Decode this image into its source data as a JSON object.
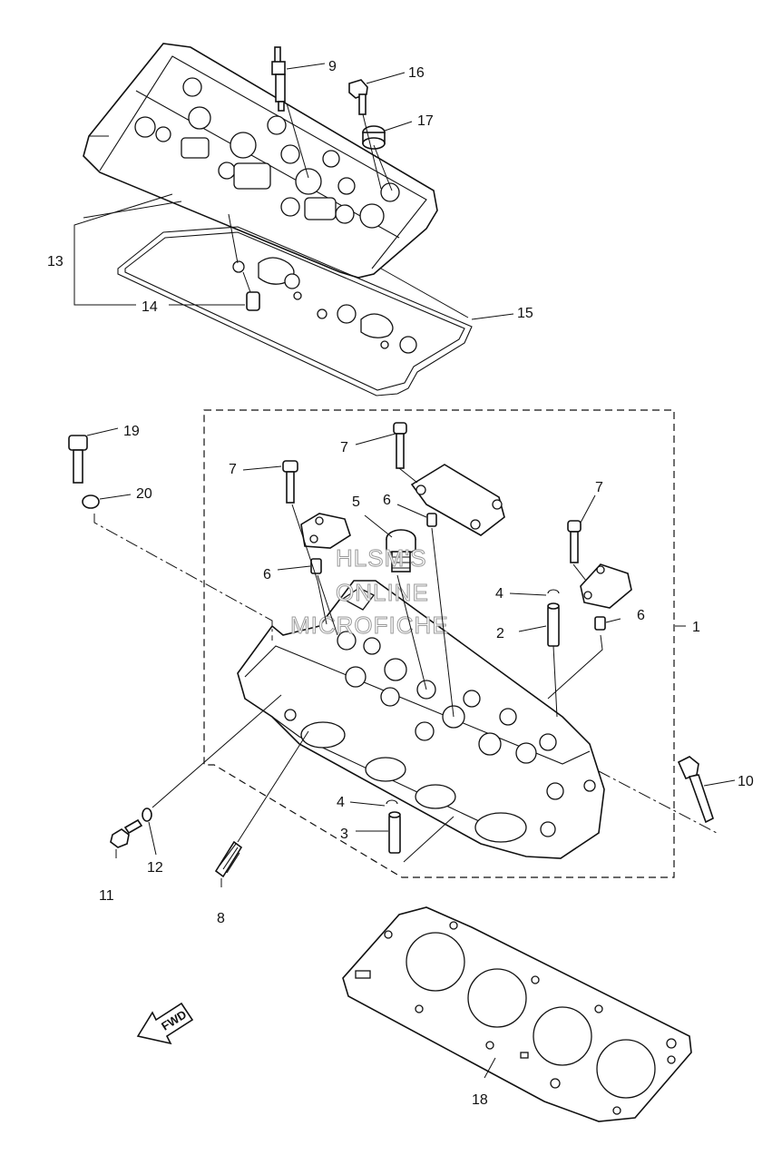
{
  "watermark": {
    "line1": "HLSM'S",
    "line2": "ONLINE",
    "line3": "MICROFICHE"
  },
  "fwd_label": "FWD",
  "callouts": [
    {
      "id": "c1",
      "text": "1"
    },
    {
      "id": "c2",
      "text": "2"
    },
    {
      "id": "c3",
      "text": "3"
    },
    {
      "id": "c4a",
      "text": "4"
    },
    {
      "id": "c4b",
      "text": "4"
    },
    {
      "id": "c5",
      "text": "5"
    },
    {
      "id": "c6a",
      "text": "6"
    },
    {
      "id": "c6b",
      "text": "6"
    },
    {
      "id": "c6c",
      "text": "6"
    },
    {
      "id": "c7a",
      "text": "7"
    },
    {
      "id": "c7b",
      "text": "7"
    },
    {
      "id": "c7c",
      "text": "7"
    },
    {
      "id": "c8",
      "text": "8"
    },
    {
      "id": "c9",
      "text": "9"
    },
    {
      "id": "c10",
      "text": "10"
    },
    {
      "id": "c11",
      "text": "11"
    },
    {
      "id": "c12",
      "text": "12"
    },
    {
      "id": "c13",
      "text": "13"
    },
    {
      "id": "c14",
      "text": "14"
    },
    {
      "id": "c15",
      "text": "15"
    },
    {
      "id": "c16",
      "text": "16"
    },
    {
      "id": "c17",
      "text": "17"
    },
    {
      "id": "c18",
      "text": "18"
    },
    {
      "id": "c19",
      "text": "19"
    },
    {
      "id": "c20",
      "text": "20"
    }
  ]
}
